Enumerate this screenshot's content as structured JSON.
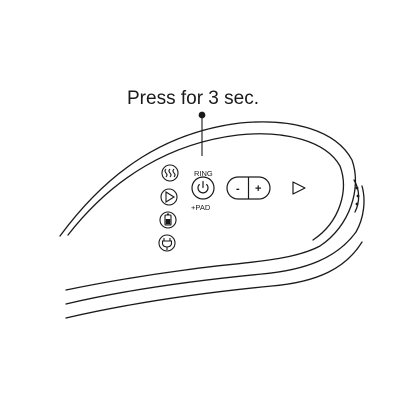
{
  "callout": {
    "text": "Press for 3 sec."
  },
  "power_button": {
    "top_label": "RING",
    "bottom_label": "+PAD",
    "icon": "power-icon"
  },
  "intensity_control": {
    "minus_label": "-",
    "plus_label": "+"
  },
  "side_icons": [
    "heat-waves-icon",
    "play-mode-icon",
    "battery-icon",
    "plug-charge-icon"
  ],
  "extra_icons": [
    "play-arrow-icon",
    "side-port-icon"
  ],
  "colors": {
    "line": "#1a1a1a",
    "background": "#ffffff"
  }
}
